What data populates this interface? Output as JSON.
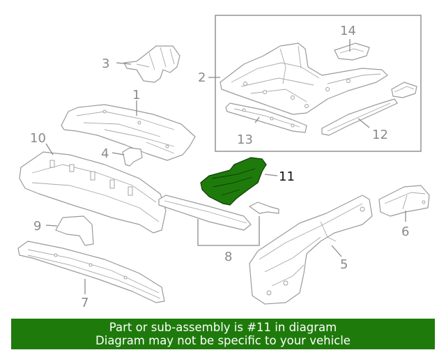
{
  "parts": [
    {
      "key": "p1",
      "number": "1"
    },
    {
      "key": "p2",
      "number": "2"
    },
    {
      "key": "p3",
      "number": "3"
    },
    {
      "key": "p4",
      "number": "4"
    },
    {
      "key": "p5",
      "number": "5"
    },
    {
      "key": "p6",
      "number": "6"
    },
    {
      "key": "p7",
      "number": "7"
    },
    {
      "key": "p8",
      "number": "8"
    },
    {
      "key": "p9",
      "number": "9"
    },
    {
      "key": "p10",
      "number": "10"
    },
    {
      "key": "p11",
      "number": "11",
      "highlighted": true
    },
    {
      "key": "p12",
      "number": "12"
    },
    {
      "key": "p13",
      "number": "13"
    },
    {
      "key": "p14",
      "number": "14"
    }
  ],
  "banner": {
    "line1": "Part or sub-assembly is #11 in diagram",
    "line2": "Diagram may not be specific to your vehicle",
    "background_color": "#1f7a0c"
  },
  "colors": {
    "highlight_fill": "#1f7a0c",
    "line_gray": "#8a8a8a"
  }
}
